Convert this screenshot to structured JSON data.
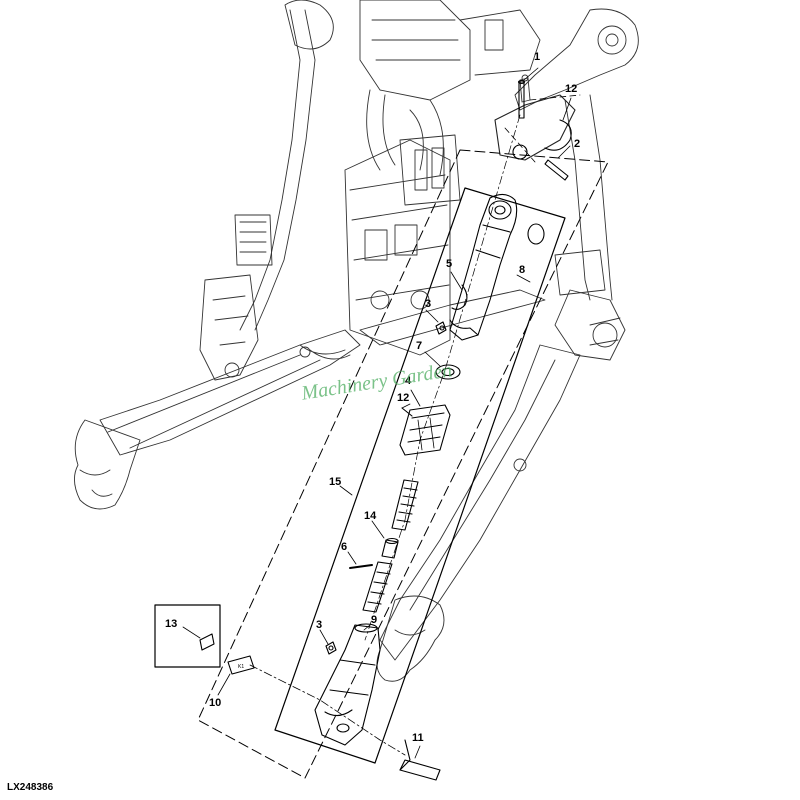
{
  "figure_id": "LX248386",
  "watermark": "Machinery Garden",
  "callouts": {
    "c1": "1",
    "c2": "2",
    "c3a": "3",
    "c3b": "3",
    "c4": "4",
    "c5": "5",
    "c6": "6",
    "c7": "7",
    "c8": "8",
    "c9": "9",
    "c10": "10",
    "c11": "11",
    "c12a": "12",
    "c12b": "12",
    "c13": "13",
    "c14": "14",
    "c15": "15"
  },
  "parts": {
    "plate_mark": "K1"
  }
}
